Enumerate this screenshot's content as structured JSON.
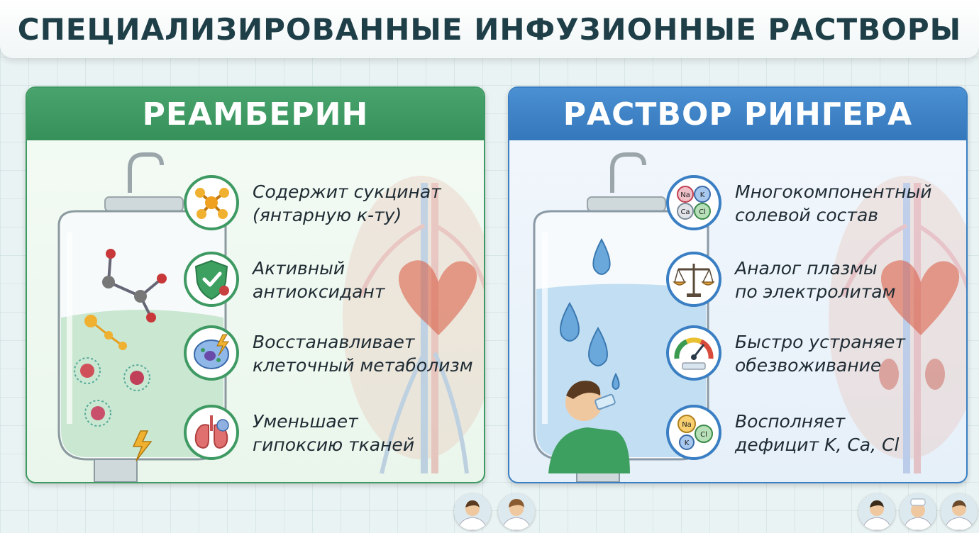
{
  "title": "СПЕЦИАЛИЗИРОВАННЫЕ ИНФУЗИОННЫЕ РАСТВОРЫ",
  "panels": [
    {
      "heading": "РЕАМБЕРИН",
      "accent": "#3e9a62",
      "features": [
        {
          "line1": "Содержит сукцинат",
          "line2": "(янтарную к-ту)",
          "icon": "molecule-icon"
        },
        {
          "line1": "Активный",
          "line2": "антиоксидант",
          "icon": "shield-check-icon"
        },
        {
          "line1": "Восстанавливает",
          "line2": "клеточный метаболизм",
          "icon": "cell-lightning-icon"
        },
        {
          "line1": "Уменьшает",
          "line2": "гипоксию тканей",
          "icon": "lungs-icon"
        }
      ]
    },
    {
      "heading": "РАСТВОР РИНГЕРА",
      "accent": "#3a7fc3",
      "features": [
        {
          "line1": "Многокомпонентный",
          "line2": "солевой состав",
          "icon": "electrolytes-icon"
        },
        {
          "line1": "Аналог плазмы",
          "line2": "по электролитам",
          "icon": "scales-icon"
        },
        {
          "line1": "Быстро устраняет",
          "line2": "обезвоживание",
          "icon": "gauge-icon"
        },
        {
          "line1": "Восполняет",
          "line2": "дефицит K, Ca, Cl",
          "icon": "ions-icon"
        }
      ]
    }
  ],
  "ion_labels": {
    "na": "Na",
    "k": "K",
    "ca": "Ca",
    "cl": "Cl"
  }
}
